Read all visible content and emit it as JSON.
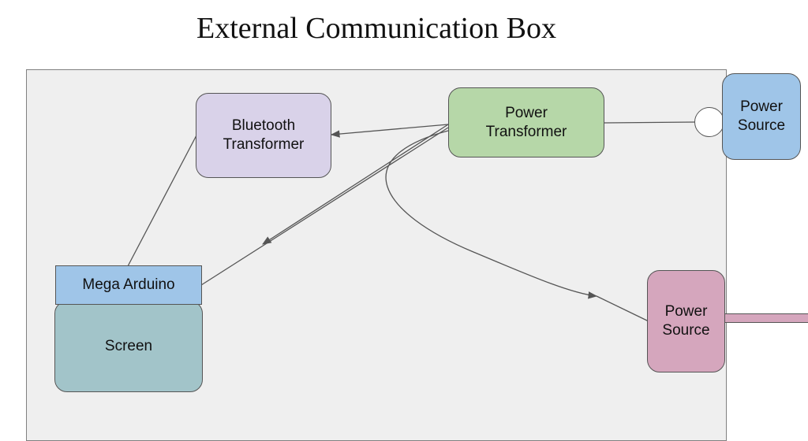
{
  "title": "External Communication Box",
  "nodes": {
    "bluetooth": {
      "label": "Bluetooth\nTransformer"
    },
    "power_transformer": {
      "label": "Power\nTransformer"
    },
    "power_source_top": {
      "label": "Power\nSource"
    },
    "power_source_bottom": {
      "label": "Power\nSource"
    },
    "mega_arduino": {
      "label": "Mega Arduino"
    },
    "screen": {
      "label": "Screen"
    }
  },
  "colors": {
    "bluetooth": "#d9d2e9",
    "power_transformer": "#b6d7a8",
    "power_source_top": "#9fc5e8",
    "power_source_bottom": "#d5a6bd",
    "mega_arduino": "#9fc5e8",
    "screen": "#a2c4c9",
    "enclosure": "#efefef",
    "line": "#555555"
  }
}
